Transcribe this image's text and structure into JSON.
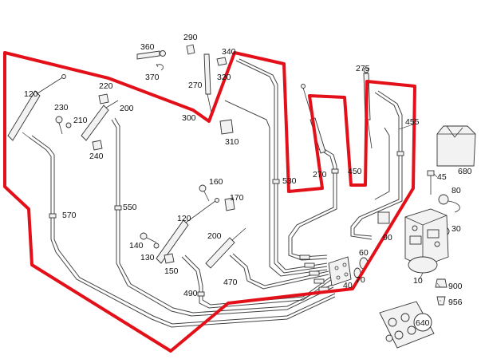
{
  "diagram": {
    "highlight_color": "#e3101a",
    "labels": [
      {
        "id": "l360",
        "text": "360"
      },
      {
        "id": "l290",
        "text": "290"
      },
      {
        "id": "l340",
        "text": "340"
      },
      {
        "id": "l370",
        "text": "370"
      },
      {
        "id": "l320",
        "text": "320"
      },
      {
        "id": "l270a",
        "text": "270"
      },
      {
        "id": "l275",
        "text": "275"
      },
      {
        "id": "l120a",
        "text": "120"
      },
      {
        "id": "l220",
        "text": "220"
      },
      {
        "id": "l230",
        "text": "230"
      },
      {
        "id": "l200a",
        "text": "200"
      },
      {
        "id": "l210",
        "text": "210"
      },
      {
        "id": "l300",
        "text": "300"
      },
      {
        "id": "l310",
        "text": "310"
      },
      {
        "id": "l455",
        "text": "455"
      },
      {
        "id": "l240",
        "text": "240"
      },
      {
        "id": "l680",
        "text": "680"
      },
      {
        "id": "l270b",
        "text": "270"
      },
      {
        "id": "l450",
        "text": "450"
      },
      {
        "id": "l530",
        "text": "530"
      },
      {
        "id": "l45",
        "text": "45"
      },
      {
        "id": "l160",
        "text": "160"
      },
      {
        "id": "l80",
        "text": "80"
      },
      {
        "id": "l170",
        "text": "170"
      },
      {
        "id": "l550",
        "text": "550"
      },
      {
        "id": "l570",
        "text": "570"
      },
      {
        "id": "l120b",
        "text": "120"
      },
      {
        "id": "l90",
        "text": "90"
      },
      {
        "id": "l30",
        "text": "30"
      },
      {
        "id": "l200b",
        "text": "200"
      },
      {
        "id": "l140",
        "text": "140"
      },
      {
        "id": "l60",
        "text": "60"
      },
      {
        "id": "l130",
        "text": "130"
      },
      {
        "id": "l150",
        "text": "150"
      },
      {
        "id": "l70",
        "text": "70"
      },
      {
        "id": "l10",
        "text": "10"
      },
      {
        "id": "l470",
        "text": "470"
      },
      {
        "id": "l40",
        "text": "40"
      },
      {
        "id": "l900",
        "text": "900"
      },
      {
        "id": "l490",
        "text": "490"
      },
      {
        "id": "l956",
        "text": "956"
      },
      {
        "id": "l640",
        "text": "640"
      }
    ]
  }
}
